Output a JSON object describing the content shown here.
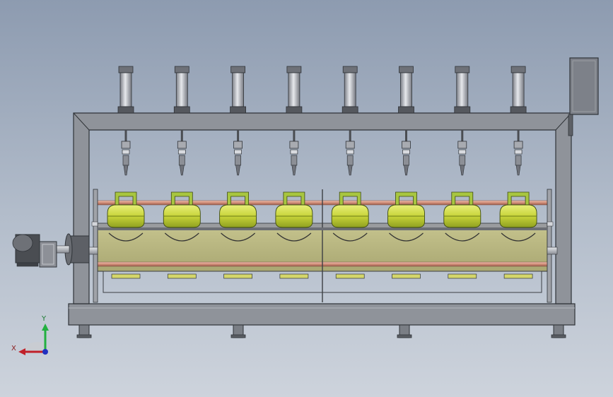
{
  "cad_view": {
    "colors": {
      "frame": "#8f939a",
      "frame_stroke": "#2f3338",
      "tank": "#b7b67d",
      "cylinder": "#cfd84a",
      "cylinder_handle": "#a8c640",
      "rail": "#d99a87",
      "control_box": "#7d8189",
      "motor": "#4a4d52",
      "axis_x": "#c0202a",
      "axis_y": "#22b040",
      "axis_z": "#2030c0"
    },
    "stations": [
      {
        "id": 1
      },
      {
        "id": 2
      },
      {
        "id": 3
      },
      {
        "id": 4
      },
      {
        "id": 5
      },
      {
        "id": 6
      },
      {
        "id": 7
      },
      {
        "id": 8
      }
    ],
    "triad": {
      "x_label": "X",
      "y_label": "Y"
    }
  }
}
